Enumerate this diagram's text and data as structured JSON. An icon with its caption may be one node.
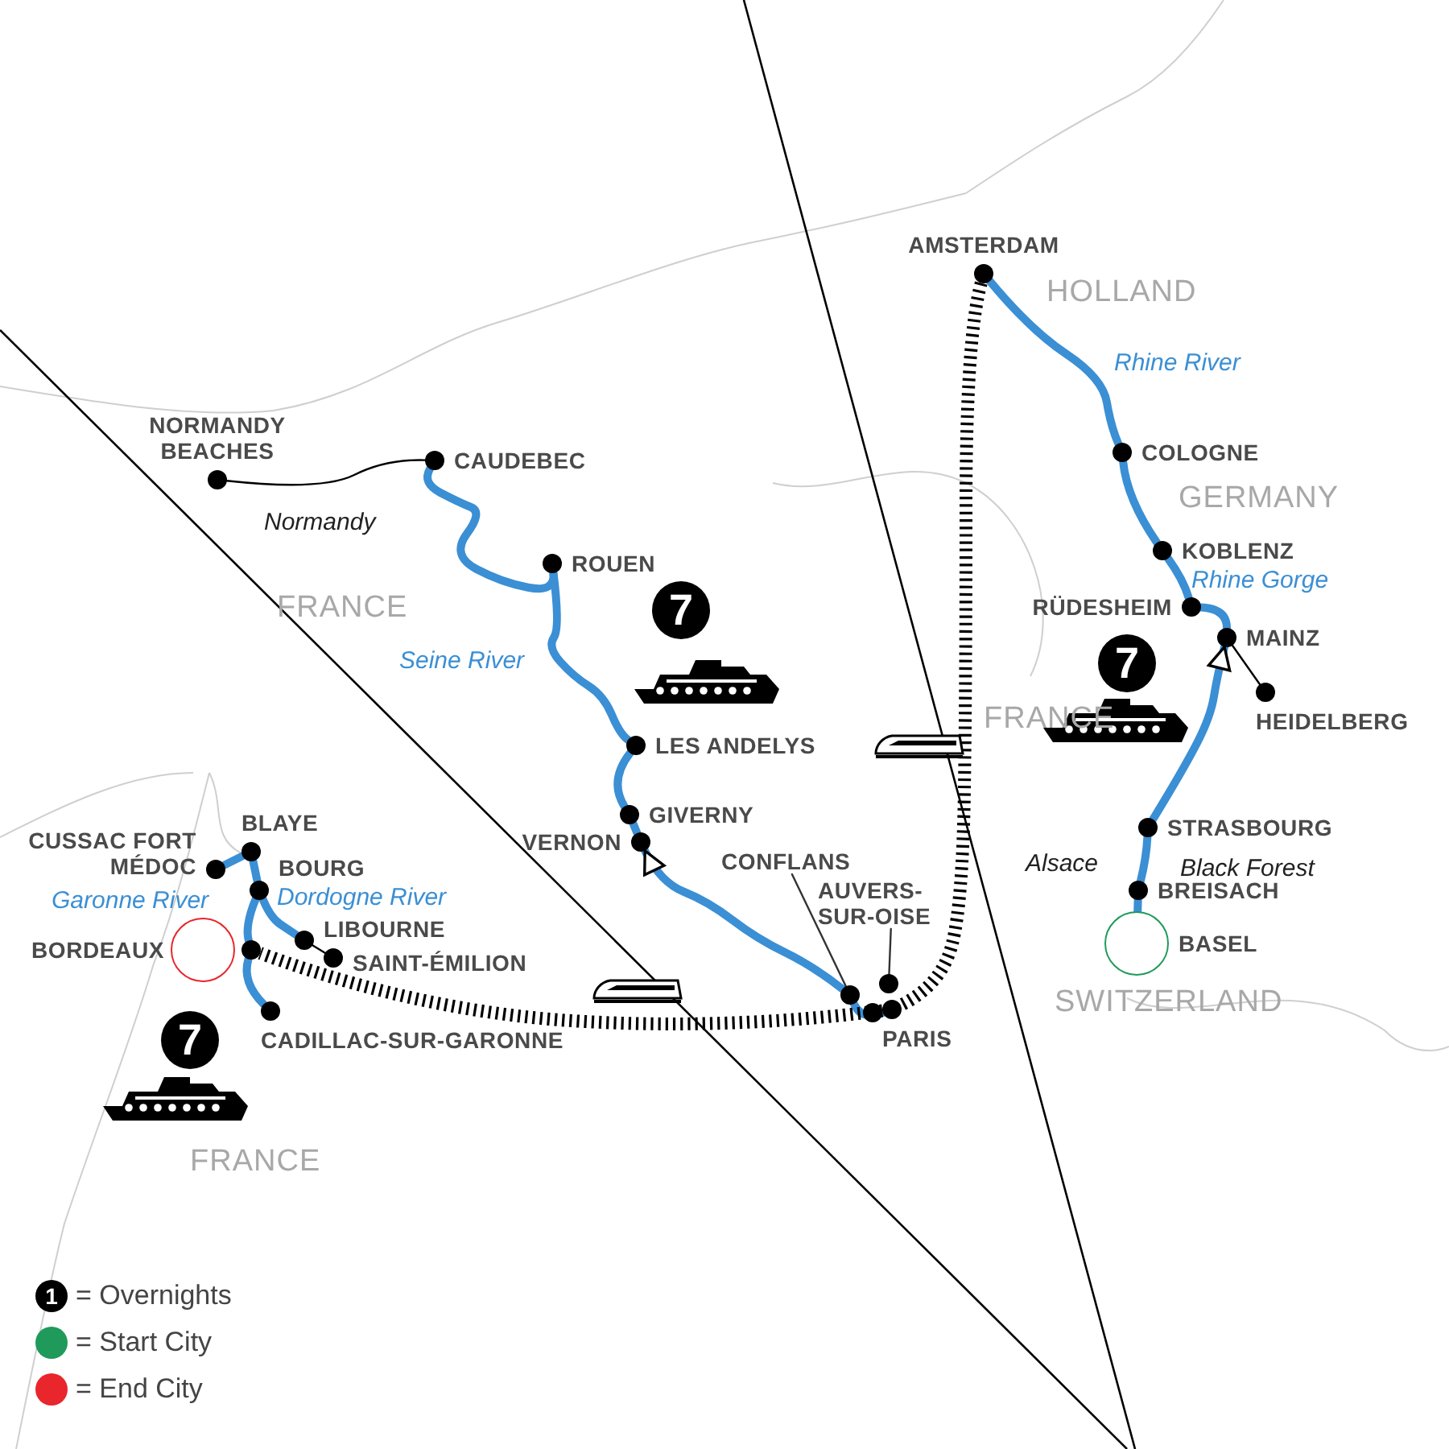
{
  "diagram": {
    "nodes": [
      {
        "text": [
          "NORMANDY BEACHES"
        ]
      },
      {
        "text": [
          "CAUDEBEC"
        ]
      },
      {
        "text": [
          "ROUEN"
        ]
      },
      {
        "text": [
          "LES ANDELYS"
        ]
      },
      {
        "text": [
          "GIVERNY"
        ]
      },
      {
        "text": [
          "VERNON"
        ]
      },
      {
        "text": [
          "CONFLANS"
        ]
      },
      {
        "text": [],
        "shape": "circle"
      },
      {
        "text": [
          "AUVERS-SUR-OISE"
        ]
      },
      {
        "text": [],
        "shape": "circle"
      },
      {
        "text": [
          "PARIS"
        ]
      },
      {
        "text": [
          "AMSTERDAM"
        ]
      },
      {
        "text": [
          "COLOGNE"
        ]
      },
      {
        "text": [
          "KOBLENZ"
        ]
      },
      {
        "text": [
          "RÜDESHEIM"
        ]
      },
      {
        "text": [
          "MAINZ"
        ]
      },
      {
        "text": [
          "HEIDELBERG"
        ]
      },
      {
        "text": [
          "STRASBOURG"
        ]
      },
      {
        "text": [
          "BREISACH"
        ]
      },
      {
        "text": [
          "BASEL"
        ]
      },
      {
        "text": [
          "CUSSAC FORT MÉDOC"
        ]
      },
      {
        "text": [
          "BLAYE"
        ]
      },
      {
        "text": [
          "BOURG"
        ]
      },
      {
        "text": [
          "LIBOURNE"
        ]
      },
      {
        "text": [
          "SAINT-ÉMILION"
        ]
      },
      {
        "text": [
          "BORDEAUX"
        ]
      },
      {
        "text": [
          "CADILLAC-SUR-GARONNE"
        ]
      }
    ],
    "edges": [
      {
        "from": 0,
        "to": 1,
        "arrow": "none",
        "color": "#000000"
      },
      {
        "from": 1,
        "to": 2,
        "arrow": "none"
      },
      {
        "from": 2,
        "to": 3,
        "arrow": "none"
      },
      {
        "from": 3,
        "to": 4,
        "arrow": "none"
      },
      {
        "from": 4,
        "to": 5,
        "arrow": "none"
      },
      {
        "from": 7,
        "to": 5,
        "arrow": "to"
      },
      {
        "from": 10,
        "to": 7,
        "arrow": "none"
      },
      {
        "from": 6,
        "to": 7,
        "arrow": "none",
        "color": "#333333"
      },
      {
        "from": 8,
        "to": 9,
        "arrow": "none",
        "color": "#333333"
      },
      {
        "from": 11,
        "to": 10,
        "arrow": "none",
        "style": "dashed",
        "color": "#000000"
      },
      {
        "from": 10,
        "to": 25,
        "arrow": "none",
        "style": "dashed",
        "color": "#000000"
      },
      {
        "from": 11,
        "to": 12,
        "arrow": "none"
      },
      {
        "from": 12,
        "to": 13,
        "arrow": "none"
      },
      {
        "from": 13,
        "to": 14,
        "arrow": "none"
      },
      {
        "from": 14,
        "to": 15,
        "arrow": "none"
      },
      {
        "from": 15,
        "to": 16,
        "arrow": "none",
        "color": "#000000"
      },
      {
        "from": 17,
        "to": 15,
        "arrow": "to"
      },
      {
        "from": 17,
        "to": 18,
        "arrow": "none"
      },
      {
        "from": 18,
        "to": 19,
        "arrow": "none"
      },
      {
        "from": 20,
        "to": 21,
        "arrow": "none"
      },
      {
        "from": 21,
        "to": 22,
        "arrow": "none"
      },
      {
        "from": 22,
        "to": 23,
        "arrow": "none"
      },
      {
        "from": 23,
        "to": 24,
        "arrow": "none",
        "color": "#000000"
      },
      {
        "from": 22,
        "to": 25,
        "arrow": "none"
      },
      {
        "from": 25,
        "to": 26,
        "arrow": "none"
      }
    ],
    "labels": [
      "HOLLAND",
      "Rhine River",
      "GERMANY",
      "Rhine Gorge",
      "Normandy",
      "FRANCE",
      "7",
      "Seine River",
      "7",
      "FRANCE",
      "Alsace",
      "Black Forest",
      "Garonne River",
      "Dordogne River",
      "SWITZERLAND",
      "7",
      "FRANCE",
      "1"
    ],
    "legend": [
      {
        "text": "= Overnights"
      },
      {
        "text": "= Start City",
        "color": "#1f9a5a"
      },
      {
        "text": "= End City",
        "color": "#e8262c"
      }
    ]
  }
}
